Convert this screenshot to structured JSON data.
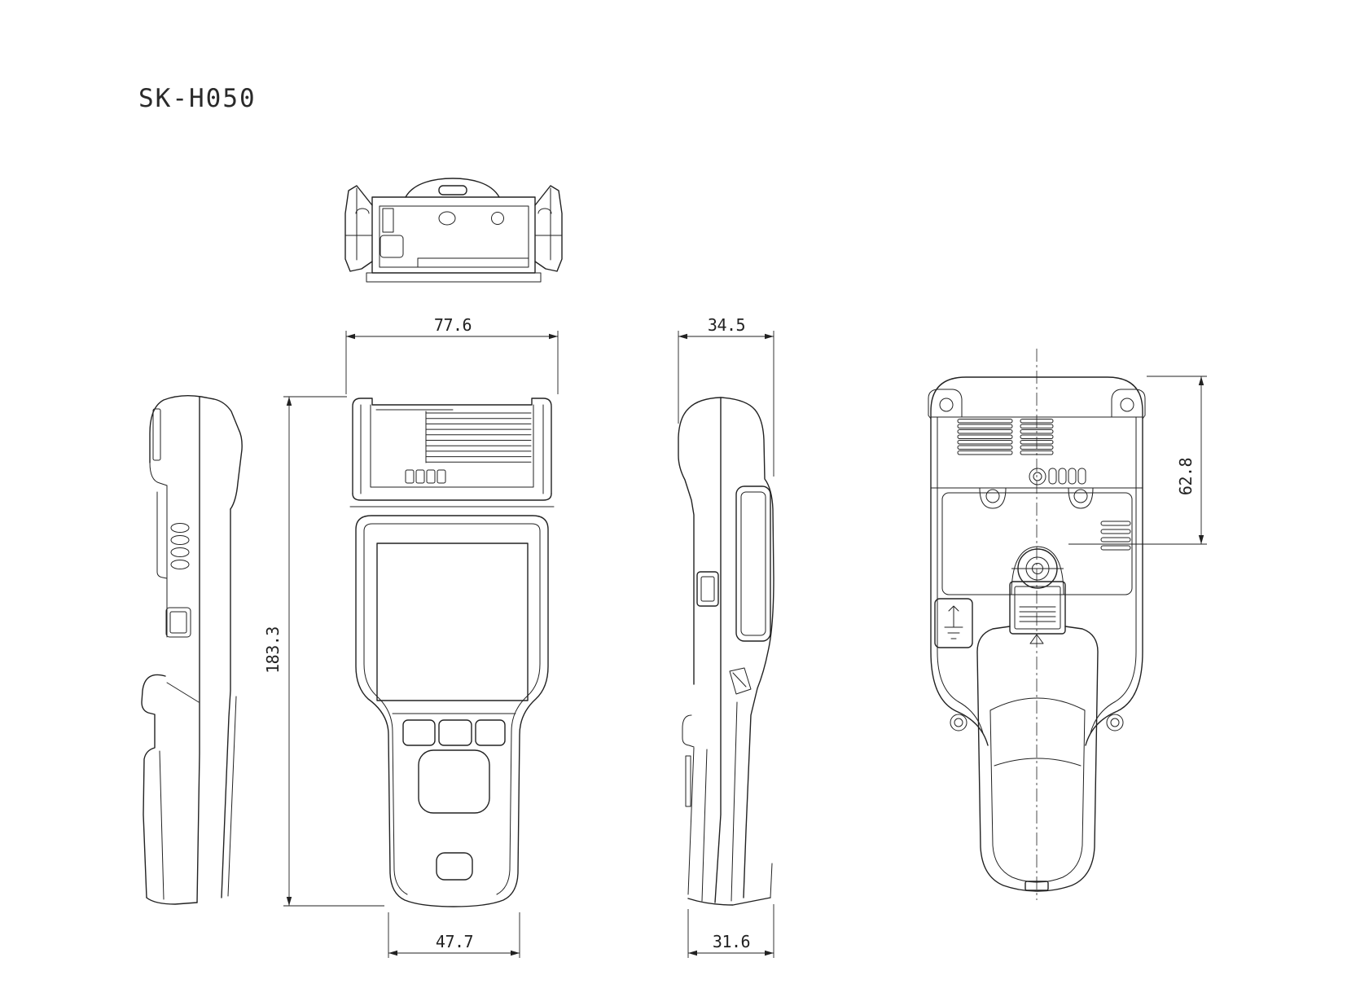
{
  "title": "SK-H050",
  "dimensions": {
    "front_width": "77.6",
    "side_depth": "34.5",
    "overall_height": "183.3",
    "back_mount_offset": "62.8",
    "handle_width": "47.7",
    "side_bottom_depth": "31.6"
  },
  "colors": {
    "line": "#222222",
    "background": "#ffffff"
  }
}
